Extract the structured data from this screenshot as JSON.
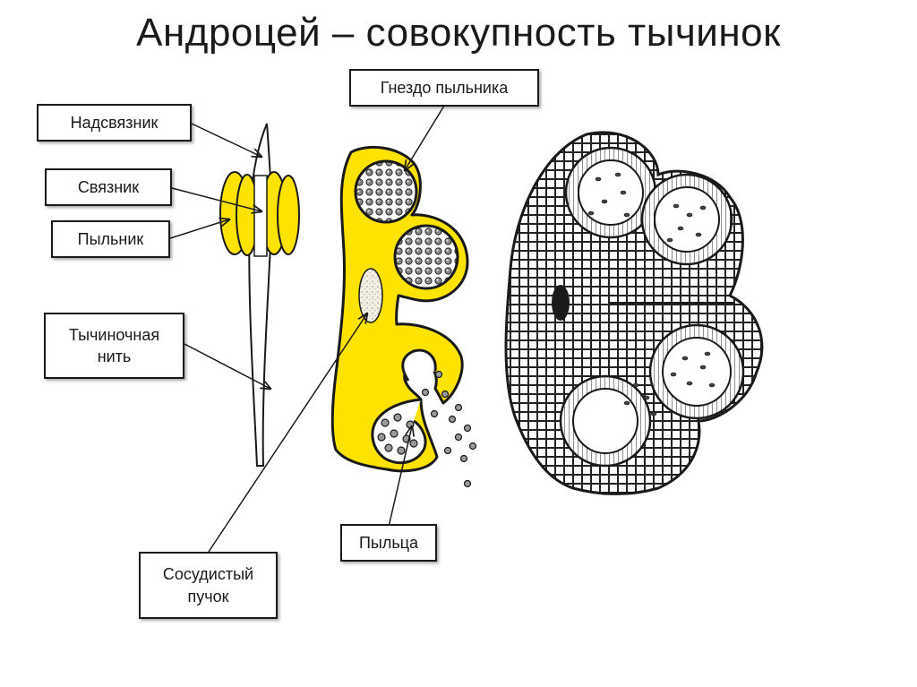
{
  "title": "Андроцей – совокупность тычинок",
  "labels": {
    "nadsvyaznik": "Надсвязник",
    "svyaznik": "Связник",
    "pylnik": "Пыльник",
    "tychinochnaya_nit_line1": "Тычиночная",
    "tychinochnaya_nit_line2": "нить",
    "gnezdo_pylnika": "Гнездо пыльника",
    "pyltsa": "Пыльца",
    "sosudisty_puchok_line1": "Сосудистый",
    "sosudisty_puchok_line2": "пучок"
  },
  "colors": {
    "anther_yellow": "#ffe300",
    "outline": "#1a1a1a",
    "background": "#ffffff"
  }
}
